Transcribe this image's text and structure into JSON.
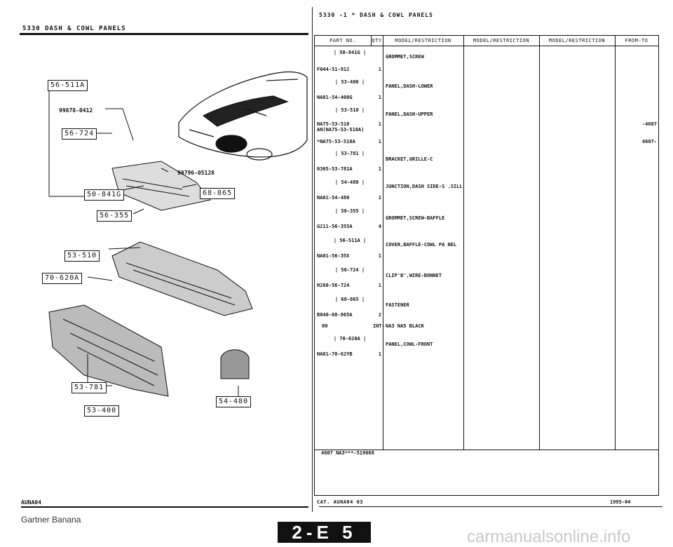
{
  "header": {
    "left_title": "5330   DASH & COWL PANELS",
    "right_title": "5330  -1 *  DASH & COWL PANELS"
  },
  "table": {
    "columns": [
      "PART NO.",
      "QTY",
      "MODEL/RESTRICTION",
      "MODEL/RESTRICTION",
      "MODEL/RESTRICTION",
      "FROM-TO"
    ],
    "rows": [
      {
        "box": "| 50-841G |",
        "part": "F044-51-912",
        "qty": "1",
        "desc": "GROMMET,SCREW",
        "from": ""
      },
      {
        "box": "| 53-400 |",
        "part": "NA01-54-400G",
        "qty": "1",
        "desc": "PANEL,DASH-LOWER",
        "from": ""
      },
      {
        "box": "| 53-510 |",
        "part": "NA75-53-510",
        "qty": "1",
        "desc": "PANEL,DASH-UPPER",
        "from": "-4607",
        "extra": "AN(NA75-53-510A)"
      },
      {
        "box": "",
        "part": "*NA75-53-510A",
        "qty": "1",
        "desc": "",
        "from": "4607-"
      },
      {
        "box": "| 53-781 |",
        "part": "0305-53-781A",
        "qty": "1",
        "desc": "BRACKET,GRILLE-C",
        "from": ""
      },
      {
        "box": "| 54-480 |",
        "part": "NA01-54-480",
        "qty": "2",
        "desc": "JUNCTION,DASH SIDE-S .SILL",
        "from": ""
      },
      {
        "box": "| 56-355 |",
        "part": "G211-56-355A",
        "qty": "4",
        "desc": "GROMMET,SCREW-BAFFLE",
        "from": ""
      },
      {
        "box": "| 56-511A |",
        "part": "NA01-56-35X",
        "qty": "1",
        "desc": "COVER,BAFFLE-COWL PA NEL",
        "from": ""
      },
      {
        "box": "| 56-724 |",
        "part": "H260-56-724",
        "qty": "1",
        "desc": "CLIP'B',WIRE-BONNET",
        "from": ""
      },
      {
        "box": "| 68-865 |",
        "part": "B040-68-865A",
        "qty": "2",
        "desc": "FASTENER",
        "from": ""
      },
      {
        "box": "",
        "part": "00",
        "qty": "INT-",
        "desc": "NA3 NA5 BLACK",
        "from": ""
      },
      {
        "box": "| 70-620A |",
        "part": "NA01-70-62YB",
        "qty": "1",
        "desc": "PANEL,COWL-FRONT",
        "from": ""
      }
    ],
    "footer_note": "4607  NA3***-519668"
  },
  "diagram": {
    "callouts": [
      "56-511A",
      "56-724",
      "50-841G",
      "68-865",
      "56-355",
      "53-510",
      "70-620A",
      "53-781",
      "53-400",
      "54-480"
    ],
    "part_labels": [
      "99878-0412",
      "99796-05128"
    ]
  },
  "footer": {
    "left_code": "AUNA04",
    "cat": "CAT.  AUNA04  03",
    "date": "1995-04",
    "credit": "Gartner Banana",
    "page": "2-E 5",
    "site": "carmanualsonline.info"
  }
}
